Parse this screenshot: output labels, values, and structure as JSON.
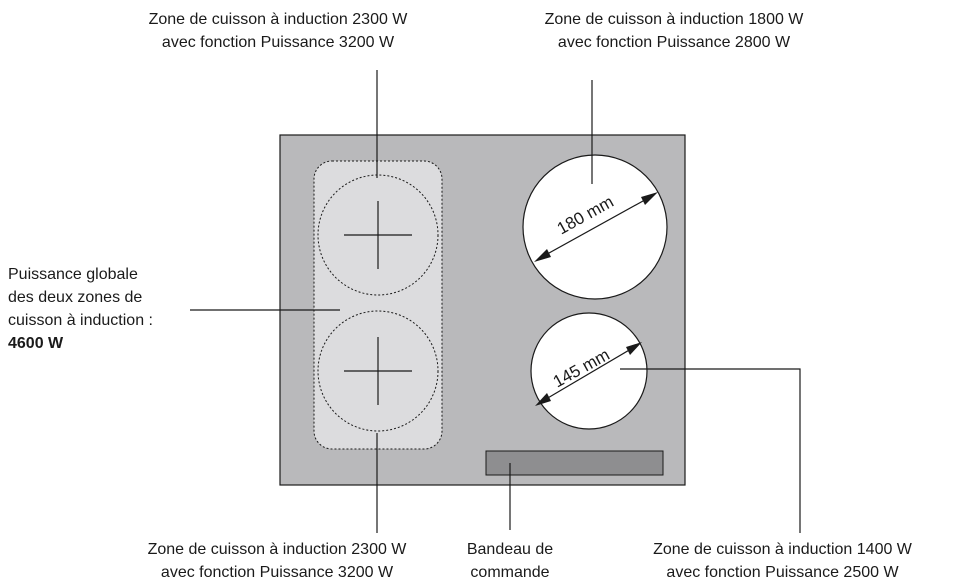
{
  "labels": {
    "top_left": {
      "line1": "Zone de cuisson à induction 2300 W",
      "line2": "avec fonction Puissance 3200 W"
    },
    "top_right": {
      "line1": "Zone de cuisson à induction 1800 W",
      "line2": "avec fonction Puissance 2800 W"
    },
    "left": {
      "line1": "Puissance globale",
      "line2": "des deux zones de",
      "line3": "cuisson à induction :",
      "line4": "4600 W"
    },
    "bottom_left": {
      "line1": "Zone de cuisson à induction 2300 W",
      "line2": "avec fonction Puissance 3200 W"
    },
    "bottom_center": {
      "line1": "Bandeau de",
      "line2": "commande"
    },
    "bottom_right": {
      "line1": "Zone de cuisson à induction 1400 W",
      "line2": "avec fonction Puissance 2500 W"
    }
  },
  "dimensions": {
    "large_zone": "180 mm",
    "small_zone": "145 mm"
  },
  "colors": {
    "hob": "#b9b9bb",
    "zone_fill": "#dcdcde",
    "control_panel": "#8e8e90",
    "stroke": "#1a1a1a"
  }
}
